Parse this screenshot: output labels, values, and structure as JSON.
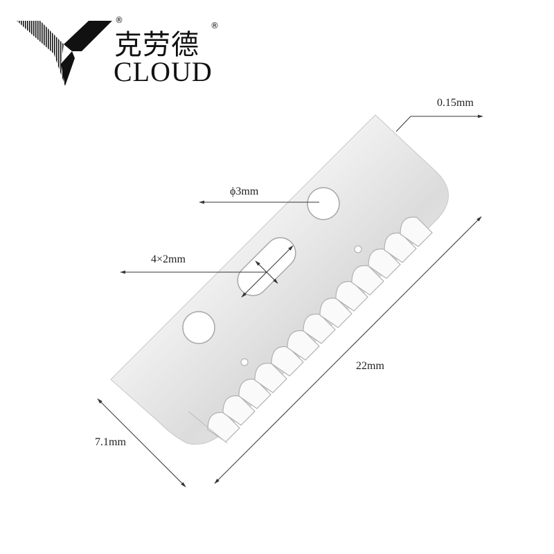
{
  "brand": {
    "chinese_name": "克劳德",
    "english_name": "CLOUD",
    "registered_mark": "®"
  },
  "diagram": {
    "subject": "blade",
    "dimensions": {
      "thickness": "0.15mm",
      "round_hole": "ϕ3mm",
      "slot_hole": "4×2mm",
      "length": "22mm",
      "width": "7.1mm"
    },
    "colors": {
      "blade_light": "#f2f2f2",
      "blade_mid": "#d9d9d9",
      "blade_edge": "#bdbdbd",
      "dimension_line": "#333333",
      "logo": "#111111"
    }
  }
}
